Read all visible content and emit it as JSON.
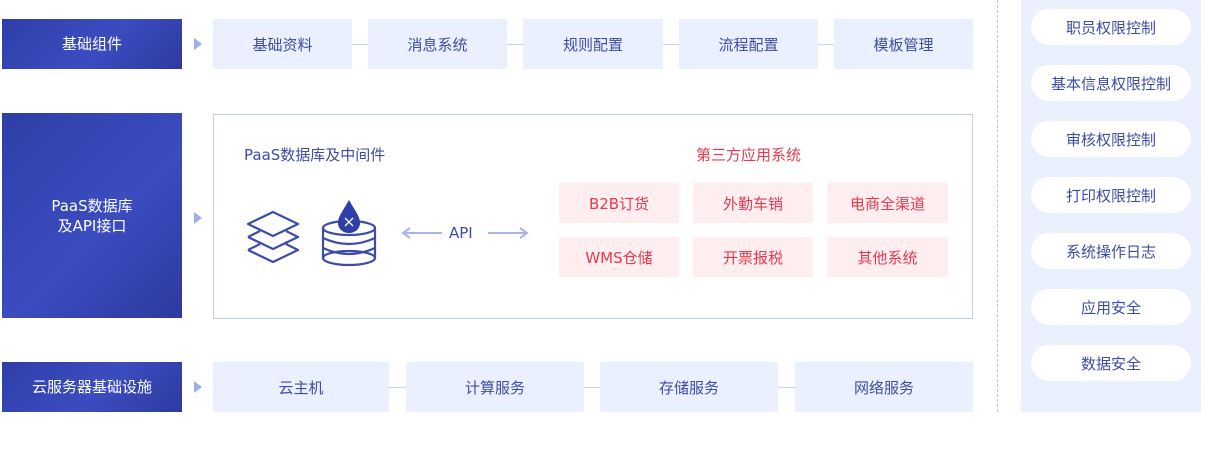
{
  "left_labels": {
    "basic": "基础组件",
    "paas": "PaaS数据库\n及API接口",
    "cloud": "云服务器基础设施"
  },
  "basic_components": [
    "基础资料",
    "消息系统",
    "规则配置",
    "流程配置",
    "模板管理"
  ],
  "paas_panel": {
    "title": "PaaS数据库及中间件",
    "api_label": "API",
    "third_party_title": "第三方应用系统",
    "third_party_systems": [
      "B2B订货",
      "外勤车销",
      "电商全渠道",
      "WMS仓储",
      "开票报税",
      "其他系统"
    ]
  },
  "cloud_services": [
    "云主机",
    "计算服务",
    "存储服务",
    "网络服务"
  ],
  "security_items": [
    "职员权限控制",
    "基本信息权限控制",
    "审核权限控制",
    "打印权限控制",
    "系统操作日志",
    "应用安全",
    "数据安全"
  ],
  "colors": {
    "label_bg": "#3341b0",
    "box_bg": "#eaf0fd",
    "text_blue": "#3d4ca8",
    "accent_red": "#e8394f",
    "red_box_bg": "#feeef0"
  },
  "icons": [
    "layers-icon",
    "database-icon",
    "arrow-left-icon",
    "arrow-right-icon",
    "triangle-arrow-icon"
  ]
}
